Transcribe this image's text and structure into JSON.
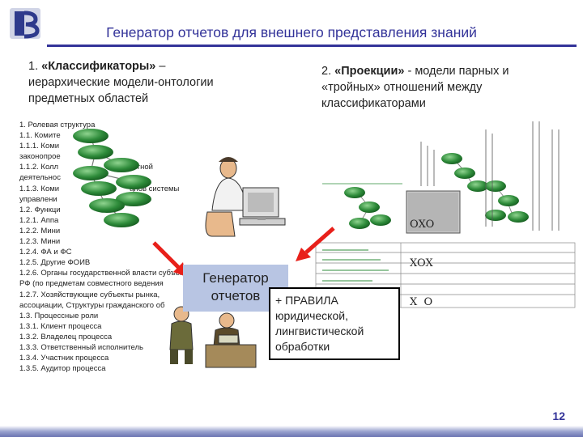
{
  "slide": {
    "title": "Генератор отчетов для внешнего представления знаний",
    "page_number": "12"
  },
  "left_section": {
    "number": "1.",
    "heading": "«Классификаторы»",
    "dash": " –",
    "description": "иерархические модели-онтологии предметных областей"
  },
  "right_section": {
    "number": "2.",
    "heading": "«Проекции»",
    "description": " - модели парных и «тройных» отношений между классификаторами"
  },
  "tree_items": [
    "1. Ролевая структура",
    "1.1. Комите",
    "1.1.1. Коми",
    "законопрое",
    "1.1.2. Колл                                 ектной",
    "деятельнос",
    "1.1.3. Коми                                 анов системы",
    "управлени",
    "1.2. Функци",
    "1.2.1. Аппа",
    "1.2.2. Мини",
    "1.2.3. Мини",
    "1.2.4. ФА и ФС",
    "1.2.5. Другие ФОИВ",
    "1.2.6. Органы государственной власти субъектов",
    "РФ (по предметам совместного ведения",
    "1.2.7. Хозяйствующие субъекты рынка,",
    "ассоциации, Структуры гражданского об",
    "1.3. Процессные роли",
    "1.3.1. Клиент процесса",
    "1.3.2. Владелец процесса",
    "1.3.3. Ответственный исполнитель",
    "1.3.4. Участник процесса",
    "1.3.5. Аудитор процесса"
  ],
  "generator": {
    "line1": "Генератор",
    "line2": "отчетов"
  },
  "rules": {
    "line1": "+ ПРАВИЛА",
    "line2": "юридической,",
    "line3": "лингвистической",
    "line4": "обработки"
  },
  "matrix_letters": [
    "ОXO",
    "XOX",
    "X  O"
  ],
  "colors": {
    "title": "#333399",
    "generator_box": "#b8c5e3",
    "node_green": "#2e8b3a",
    "arrow_red": "#e8201a"
  }
}
